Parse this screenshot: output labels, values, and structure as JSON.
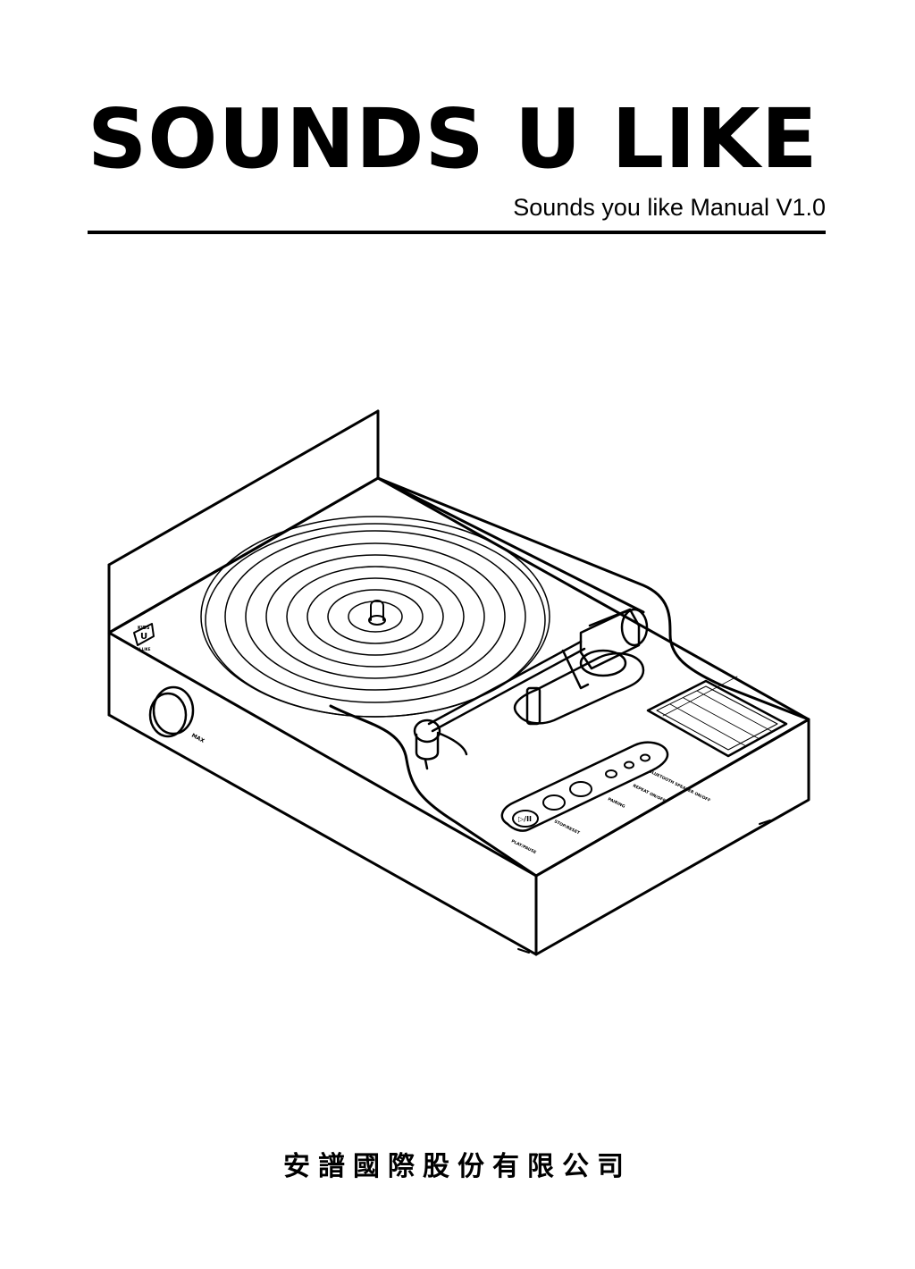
{
  "header": {
    "brand_title": "SOUNDS U LIKE",
    "subtitle": "Sounds you like Manual V1.0"
  },
  "device_labels": {
    "volume_max": "MAX",
    "logo_top": "KIDS",
    "logo_letter": "U",
    "logo_bottom": "U LIKE",
    "play_pause": "▷/II",
    "play_pause_caption": "PLAY/PAUSE",
    "stop_reset": "STOP/RESET",
    "repeat_one": "REPEAT ON/OFF",
    "pairing": "PAIRING",
    "bluetooth": "BLUETOOTH SPEAKER ON/OFF"
  },
  "footer": {
    "company_name": "安譜國際股份有限公司"
  },
  "colors": {
    "ink": "#000000",
    "paper": "#ffffff"
  }
}
